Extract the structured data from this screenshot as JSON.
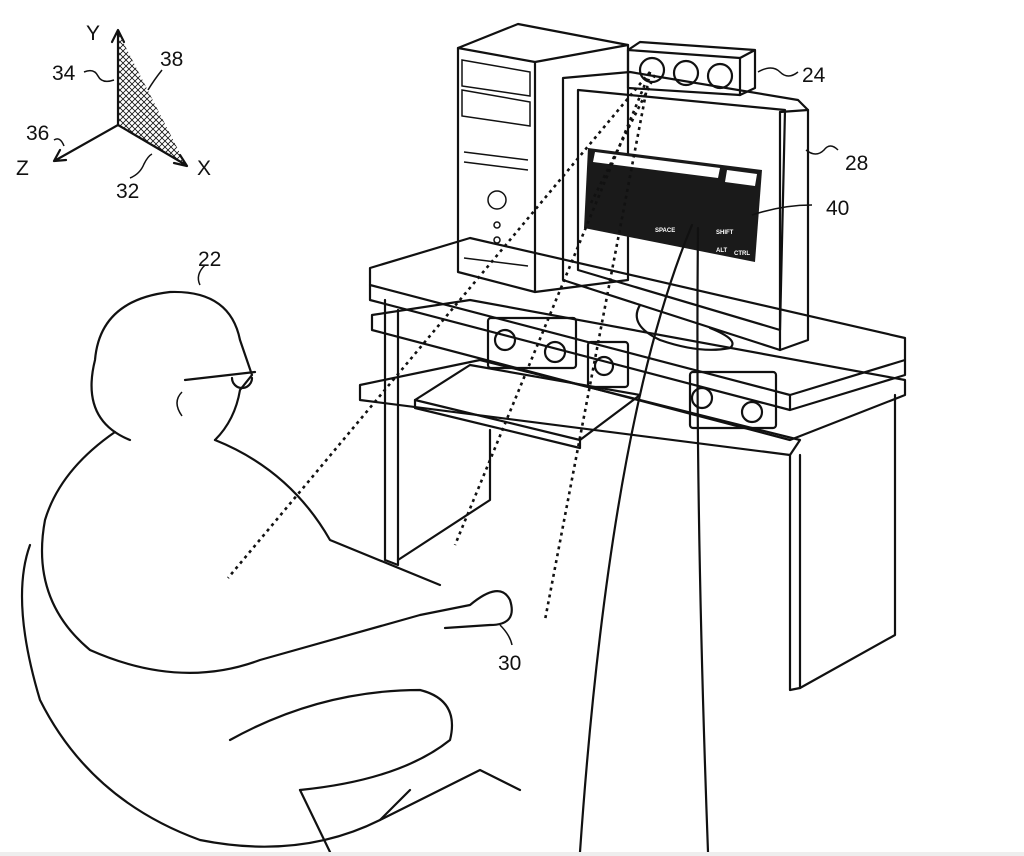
{
  "figure": {
    "axes": {
      "y": "Y",
      "x": "X",
      "z": "Z"
    },
    "reference_numerals": {
      "axis_y_ref": "34",
      "plane_ref": "38",
      "axis_z_ref": "36",
      "axis_x_ref": "32",
      "user": "22",
      "sensor": "24",
      "display": "28",
      "virtual_keyboard": "40",
      "hand": "30"
    },
    "keyboard_keys": {
      "space": "SPACE",
      "shift": "SHIFT",
      "alt": "ALT",
      "ctrl": "CTRL"
    },
    "colors": {
      "ink": "#111111",
      "background": "#ffffff"
    }
  }
}
